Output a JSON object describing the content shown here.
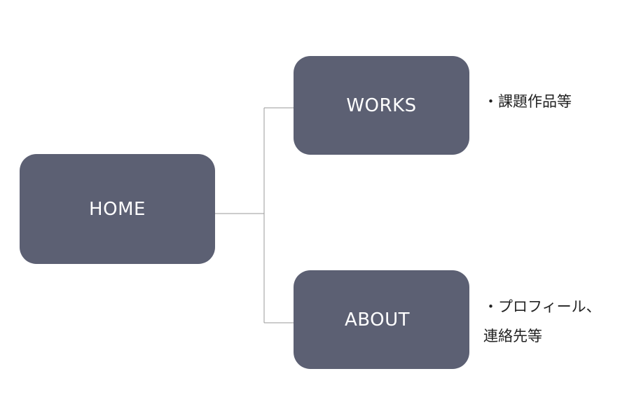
{
  "nodes": {
    "home": {
      "label": "HOME"
    },
    "works": {
      "label": "WORKS"
    },
    "about": {
      "label": "ABOUT"
    }
  },
  "notes": {
    "works": {
      "line1": "・課題作品等"
    },
    "about": {
      "line1": "・プロフィール、",
      "line2": "連絡先等"
    }
  },
  "colors": {
    "node_fill": "#5c6073",
    "node_text": "#ffffff",
    "connector": "#9a9a9a",
    "note_text": "#222222",
    "background": "#ffffff"
  }
}
